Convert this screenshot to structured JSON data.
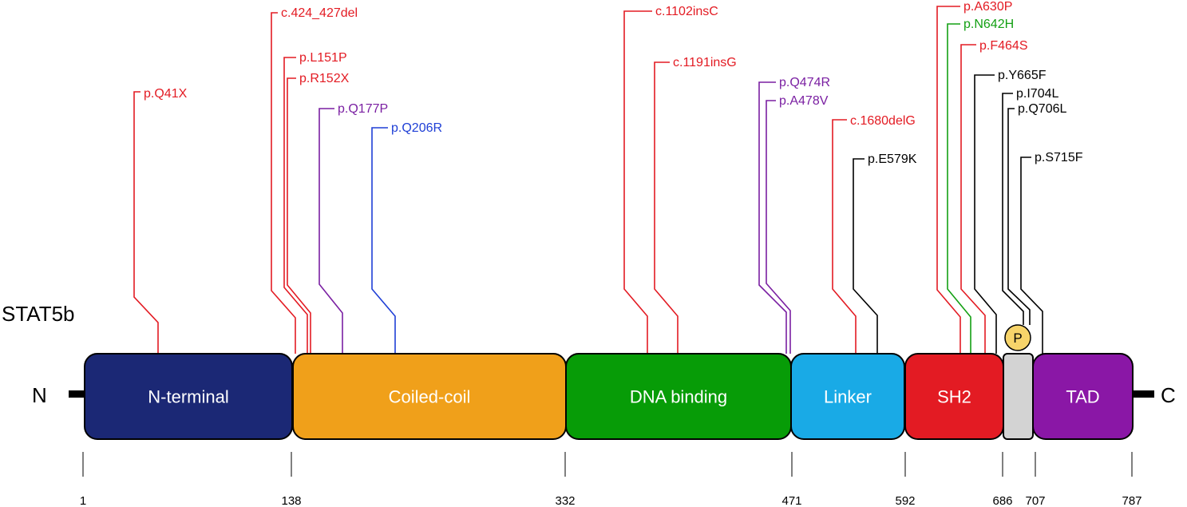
{
  "protein_name": "STAT5b",
  "n_label": "N",
  "c_label": "C",
  "phospho_label": "P",
  "domains": [
    {
      "name": "N-terminal",
      "color": "#1b2875"
    },
    {
      "name": "Coiled-coil",
      "color": "#f0a01a"
    },
    {
      "name": "DNA binding",
      "color": "#079c07"
    },
    {
      "name": "Linker",
      "color": "#19aae6"
    },
    {
      "name": "SH2",
      "color": "#e31b23"
    },
    {
      "name": "",
      "color": "#d3d3d3"
    },
    {
      "name": "TAD",
      "color": "#8a17a6"
    }
  ],
  "positions": [
    "1",
    "138",
    "332",
    "471",
    "592",
    "686",
    "707",
    "787"
  ],
  "mutation_colors": {
    "red": "#e31b23",
    "purple": "#7a1fa2",
    "blue": "#1f3fd6",
    "green": "#13a013",
    "black": "#000000"
  },
  "mutations": [
    {
      "label": "p.Q41X",
      "color": "red"
    },
    {
      "label": "c.424_427del",
      "color": "red"
    },
    {
      "label": "p.L151P",
      "color": "red"
    },
    {
      "label": "p.R152X",
      "color": "red"
    },
    {
      "label": "p.Q177P",
      "color": "purple"
    },
    {
      "label": "p.Q206R",
      "color": "blue"
    },
    {
      "label": "c.1102insC",
      "color": "red"
    },
    {
      "label": "c.1191insG",
      "color": "red"
    },
    {
      "label": "p.Q474R",
      "color": "purple"
    },
    {
      "label": "p.A478V",
      "color": "purple"
    },
    {
      "label": "c.1680delG",
      "color": "red"
    },
    {
      "label": "p.E579K",
      "color": "black"
    },
    {
      "label": "p.A630P",
      "color": "red"
    },
    {
      "label": "p.N642H",
      "color": "green"
    },
    {
      "label": "p.F464S",
      "color": "red"
    },
    {
      "label": "p.Y665F",
      "color": "black"
    },
    {
      "label": "p.I704L",
      "color": "black"
    },
    {
      "label": "p.Q706L",
      "color": "black"
    },
    {
      "label": "p.S715F",
      "color": "black"
    }
  ]
}
